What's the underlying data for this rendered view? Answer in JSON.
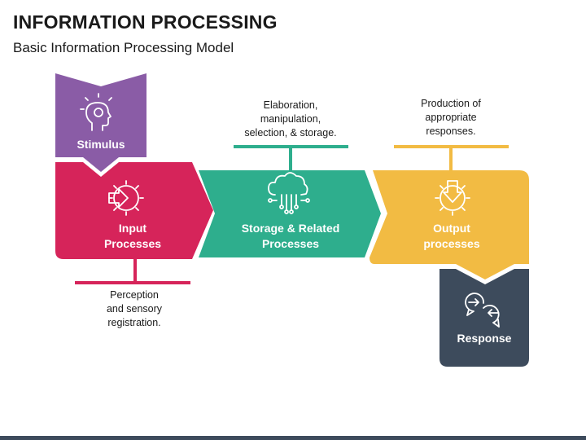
{
  "title": "INFORMATION PROCESSING",
  "subtitle": "Basic Information Processing Model",
  "stages": {
    "stimulus": {
      "label": "Stimulus",
      "icon": "idea-head-icon",
      "color": "#8a5ca6"
    },
    "input": {
      "label_line1": "Input",
      "label_line2": "Processes",
      "icon": "input-gear-icon",
      "color": "#d6245a"
    },
    "storage": {
      "label_line1": "Storage & Related",
      "label_line2": "Processes",
      "icon": "circuit-cloud-icon",
      "color": "#2eae8d"
    },
    "output": {
      "label_line1": "Output",
      "label_line2": "processes",
      "icon": "output-gear-icon",
      "color": "#f2bb43"
    },
    "response": {
      "label": "Response",
      "icon": "chat-arrows-icon",
      "color": "#3d4b5c"
    }
  },
  "notes": {
    "perception": [
      "Perception",
      "and sensory",
      "registration."
    ],
    "elaboration": [
      "Elaboration,",
      "manipulation,",
      "selection, & storage."
    ],
    "production": [
      "Production of",
      "appropriate",
      "responses."
    ]
  },
  "bottom_bar_color": "#3d4b5c"
}
